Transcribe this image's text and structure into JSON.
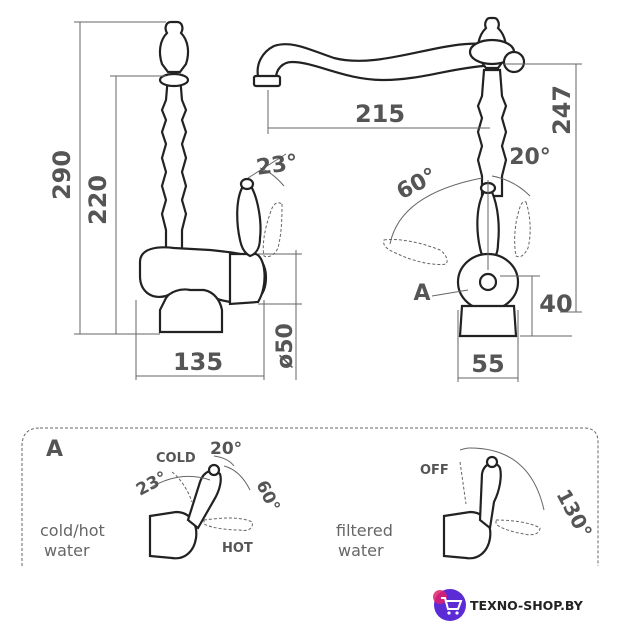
{
  "dimensions": {
    "h290": "290",
    "h220": "220",
    "w135": "135",
    "d50": "ø50",
    "a23": "23°",
    "w215": "215",
    "h247": "247",
    "a20": "20°",
    "a60": "60°",
    "w55": "55",
    "h40": "40",
    "detail_ref": "A"
  },
  "detail": {
    "title": "A",
    "cold_label": "COLD",
    "hot_label": "HOT",
    "off_label": "OFF",
    "angle_20": "20°",
    "angle_23": "23°",
    "angle_60": "60°",
    "angle_130": "130°",
    "coldhot_line1": "cold/hot",
    "coldhot_line2": "water",
    "filtered_line1": "filtered",
    "filtered_line2": "water"
  },
  "brand": {
    "name": "TEXNO-SHOP.BY",
    "colors": {
      "ring": "#5b2bd6",
      "accent": "#e0206a",
      "cart": "#ffffff"
    },
    "icon": "shopping-cart-icon"
  }
}
